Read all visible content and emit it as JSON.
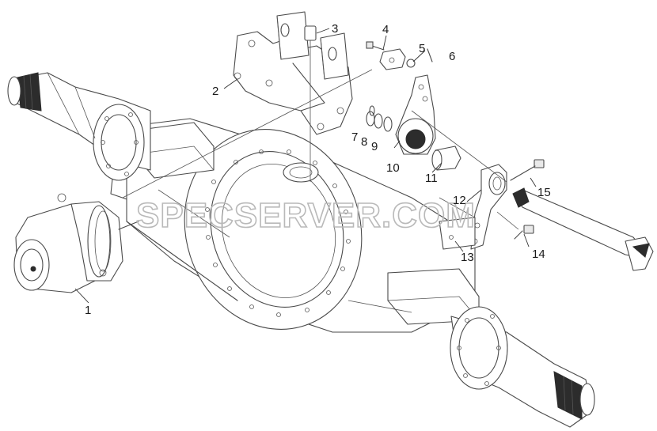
{
  "watermark": "SPECSERVER.COM",
  "callouts": [
    {
      "id": "1",
      "label": "1"
    },
    {
      "id": "2",
      "label": "2"
    },
    {
      "id": "3",
      "label": "3"
    },
    {
      "id": "4",
      "label": "4"
    },
    {
      "id": "5",
      "label": "5"
    },
    {
      "id": "6",
      "label": "6"
    },
    {
      "id": "7",
      "label": "7"
    },
    {
      "id": "8",
      "label": "8"
    },
    {
      "id": "9",
      "label": "9"
    },
    {
      "id": "10",
      "label": "10"
    },
    {
      "id": "11",
      "label": "11"
    },
    {
      "id": "12",
      "label": "12"
    },
    {
      "id": "13",
      "label": "13"
    },
    {
      "id": "14",
      "label": "14"
    },
    {
      "id": "15",
      "label": "15"
    }
  ]
}
